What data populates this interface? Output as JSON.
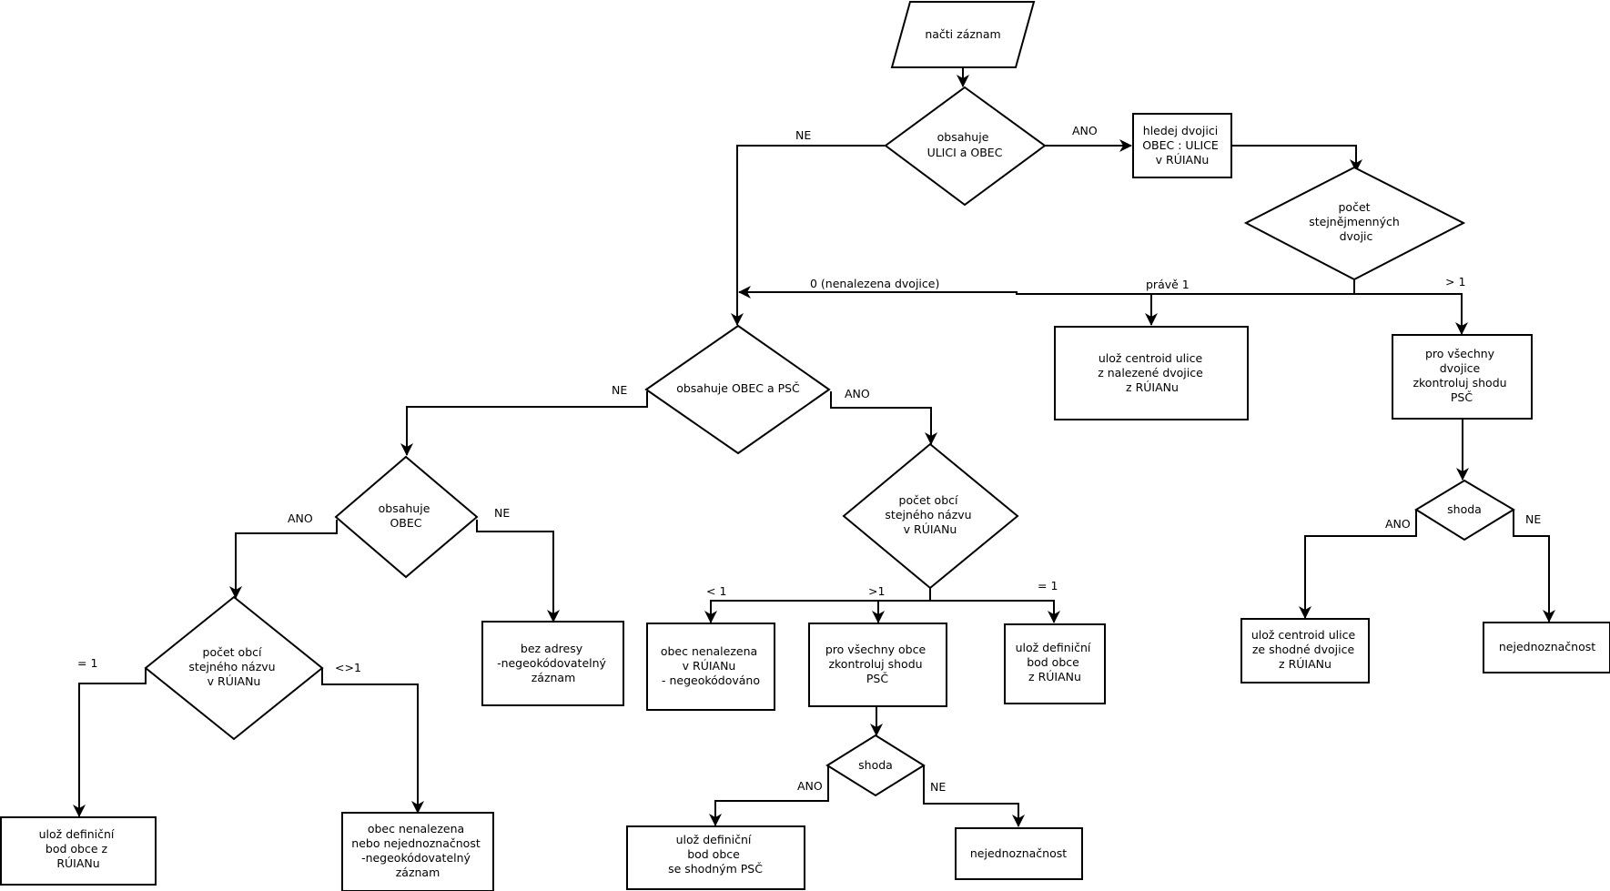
{
  "nodes": {
    "nacti": "načti záznam",
    "d_ulice_obec": [
      "obsahuje",
      "ULICI a OBEC"
    ],
    "hledej": [
      "hledej dvojici",
      "OBEC : ULICE",
      "v RÚIANu"
    ],
    "d_pocet_dvojic": [
      "počet",
      "stejnějmenných",
      "dvojic"
    ],
    "uloz_centroid": [
      "ulož centroid ulice",
      "z nalezené dvojice",
      "z RÚIANu"
    ],
    "pro_vsechny_dvojice": [
      "pro všechny",
      "dvojice",
      "zkontroluj shodu",
      "PSČ"
    ],
    "d_shoda_right": "shoda",
    "uloz_centroid_shodne": [
      "ulož centroid ulice",
      "ze shodné dvojice",
      "z RÚIANu"
    ],
    "nejednoznacnost_right": "nejednoznačnost",
    "d_obec_psc": "obsahuje OBEC a PSČ",
    "d_obec": [
      "obsahuje",
      "OBEC"
    ],
    "bez_adresy": [
      "bez adresy",
      "-negeokódovatelný",
      "záznam"
    ],
    "d_pocet_obci_left": [
      "počet obcí",
      "stejného názvu",
      "v RÚIANu"
    ],
    "uloz_bod_left": [
      "ulož definiční",
      "bod obce z",
      "RÚIANu"
    ],
    "obec_nenalezena_left": [
      "obec nenalezena",
      "nebo nejednoznačnost",
      "-negeokódovatelný",
      "záznam"
    ],
    "d_pocet_obci_mid": [
      "počet obcí",
      "stejného názvu",
      "v RÚIANu"
    ],
    "obec_nenalezena_mid": [
      "obec nenalezena",
      "v RÚIANu",
      "- negeokódováno"
    ],
    "pro_vsechny_obce": [
      "pro všechny obce",
      "zkontroluj shodu",
      "PSČ"
    ],
    "uloz_bod_mid": [
      "ulož definiční",
      "bod obce",
      "z RÚIANu"
    ],
    "d_shoda_mid": "shoda",
    "uloz_bod_psc": [
      "ulož definiční",
      "bod obce",
      "se shodným PSČ"
    ],
    "nejednoznacnost_mid": "nejednoznačnost"
  },
  "edge_labels": {
    "ne_top": "NE",
    "ano_top": "ANO",
    "zero_pairs": "0 (nenalezena dvojice)",
    "exactly_one": "právě 1",
    "more_than_one": "> 1",
    "ne_obec_psc": "NE",
    "ano_obec_psc": "ANO",
    "ano_obec": "ANO",
    "ne_obec": "NE",
    "eq1_left": "= 1",
    "neq1_left": "<>1",
    "lt1_mid": "< 1",
    "gt1_mid": ">1",
    "eq1_mid": "= 1",
    "ano_shoda_mid": "ANO",
    "ne_shoda_mid": "NE",
    "ano_shoda_right": "ANO",
    "ne_shoda_right": "NE"
  }
}
